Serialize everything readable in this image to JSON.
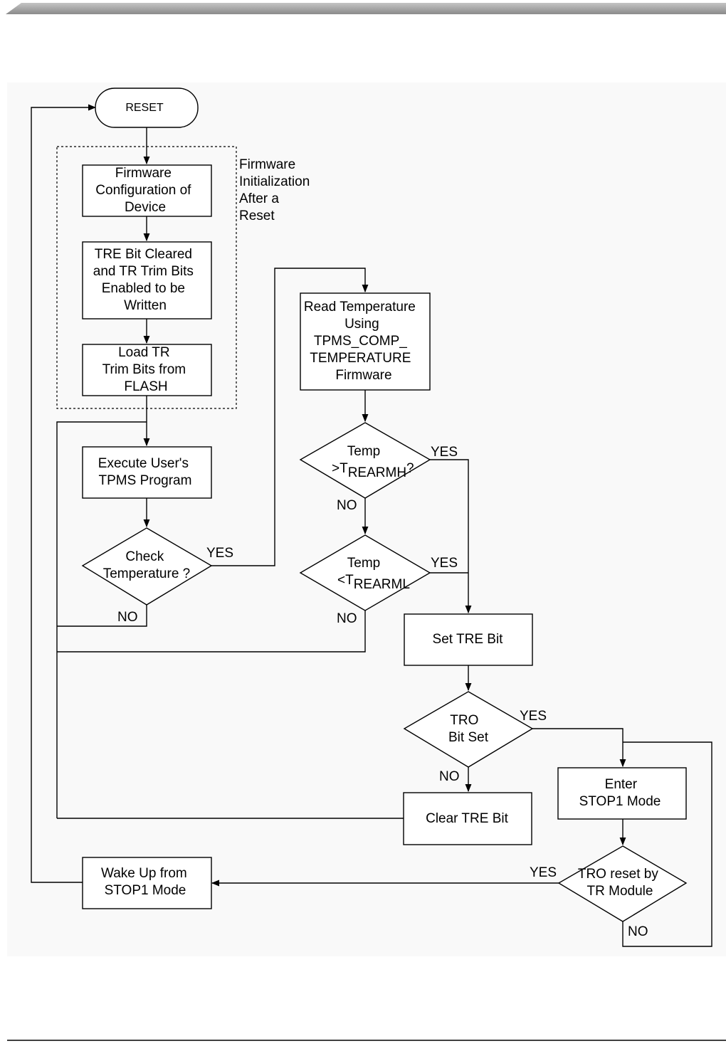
{
  "diagram": {
    "reset": "RESET",
    "firmware_config": [
      "Firmware",
      "Configuration of",
      "Device"
    ],
    "firmware_init_note": [
      "Firmware",
      "Initialization",
      "After a",
      "Reset"
    ],
    "tre_cleared": [
      "TRE Bit Cleared",
      "and TR Trim Bits",
      "Enabled to be",
      "Written"
    ],
    "load_tr": [
      "Load TR",
      "Trim Bits from",
      "FLASH"
    ],
    "execute_user": [
      "Execute User's",
      "TPMS Program"
    ],
    "check_temp": [
      "Check",
      "Temperature ?"
    ],
    "read_temp": [
      "Read Temperature",
      "Using",
      "TPMS_COMP_",
      "TEMPERATURE",
      "Firmware"
    ],
    "temp_high": {
      "line1": "Temp",
      "prefix": ">T",
      "subscript": "REARMH",
      "suffix": "?"
    },
    "temp_low": {
      "line1": "Temp",
      "prefix": "<T",
      "subscript": "REARML",
      "suffix": ""
    },
    "set_tre": "Set TRE Bit",
    "tro_set": [
      "TRO",
      "Bit Set"
    ],
    "clear_tre": "Clear TRE Bit",
    "enter_stop": [
      "Enter",
      "STOP1 Mode"
    ],
    "tro_reset": [
      "TRO reset by",
      "TR Module"
    ],
    "wake_up": [
      "Wake Up from",
      "STOP1 Mode"
    ],
    "yes": "YES",
    "no": "NO"
  }
}
